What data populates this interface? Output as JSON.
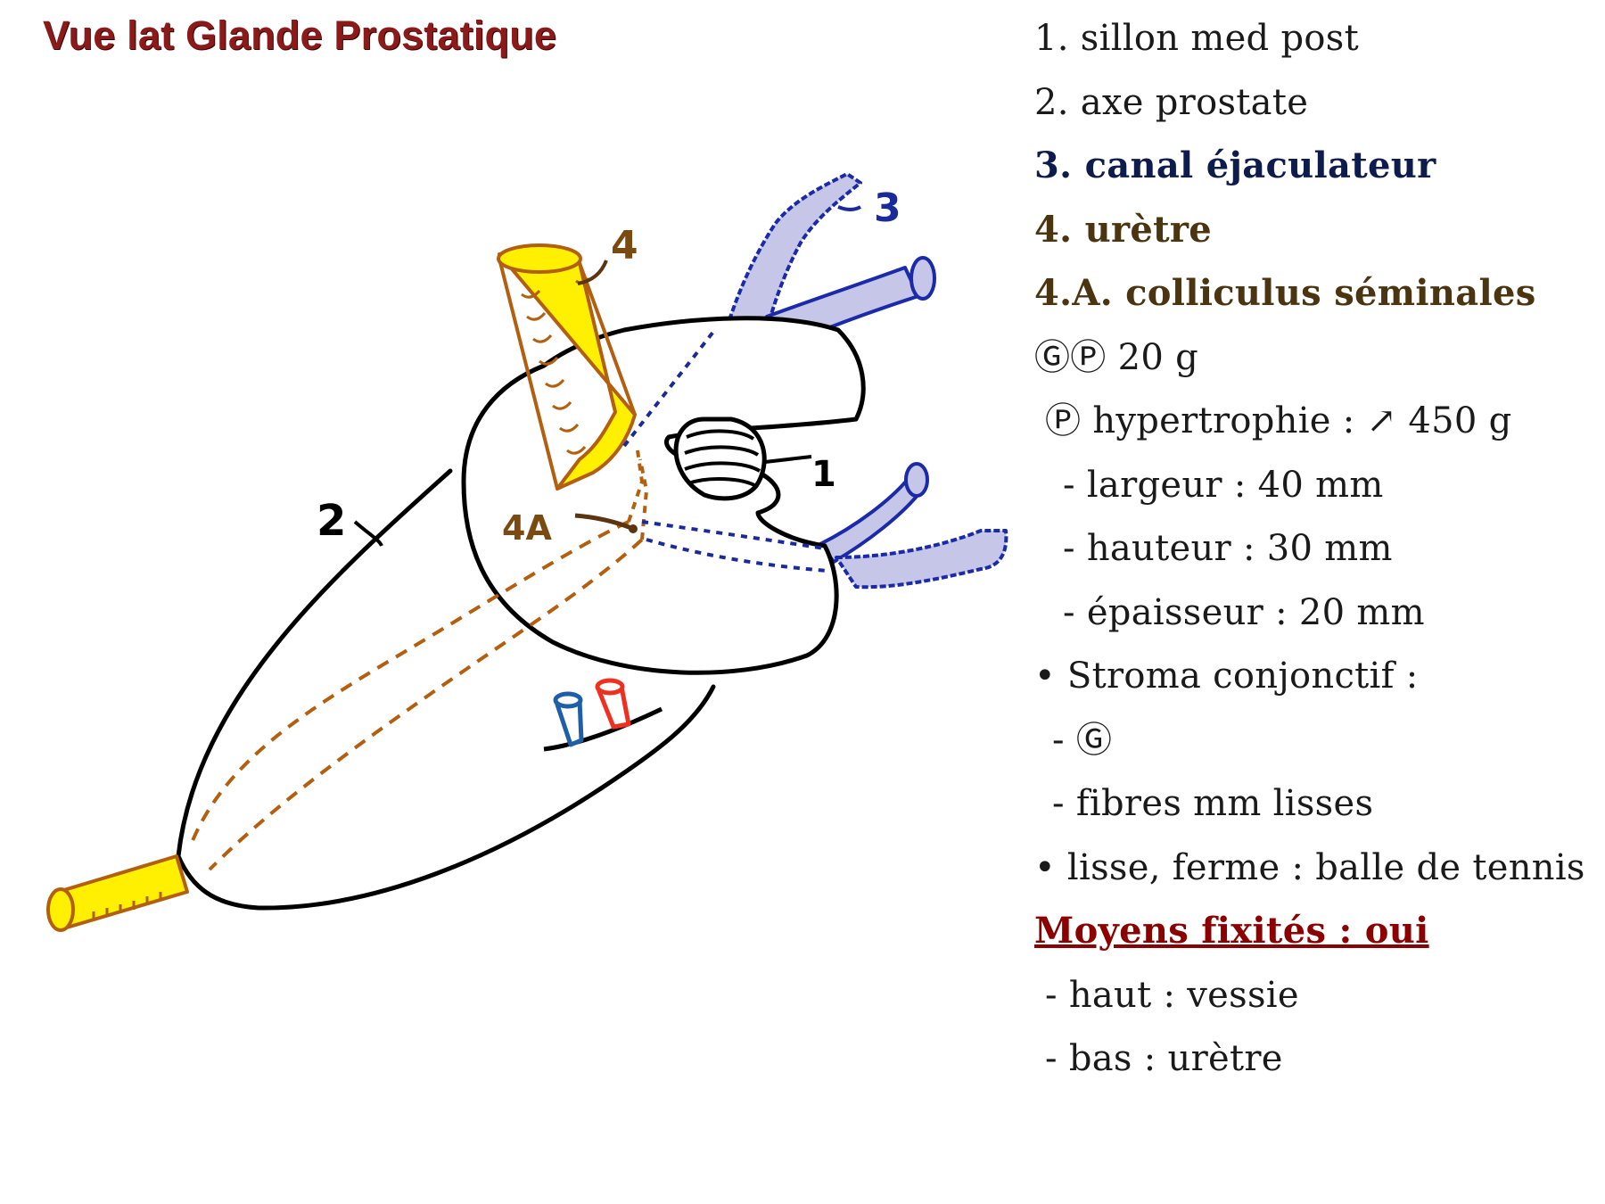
{
  "title": "Vue lat Glande Prostatique",
  "diagram_labels": {
    "l1": "1",
    "l2": "2",
    "l3": "3",
    "l4": "4",
    "l4a": "4A"
  },
  "legend": [
    {
      "text": "1. sillon med post",
      "style": "normal"
    },
    {
      "text": "2. axe prostate",
      "style": "normal"
    },
    {
      "text": "3. canal éjaculateur",
      "style": "bold-blue"
    },
    {
      "text": "4. urètre",
      "style": "bold-brown"
    },
    {
      "text": "4.A.  colliculus séminales",
      "style": "bold-brown"
    },
    {
      "text": "ⒼⓅ 20 g",
      "style": "normal"
    },
    {
      "text": "Ⓟ hypertrophie : ↗ 450 g",
      "style": "normal"
    },
    {
      "text": "- largeur : 40 mm",
      "style": "normal"
    },
    {
      "text": "- hauteur : 30 mm",
      "style": "normal"
    },
    {
      "text": "- épaisseur : 20 mm",
      "style": "normal"
    },
    {
      "text": "• Stroma conjonctif :",
      "style": "normal"
    },
    {
      "text": "- Ⓖ",
      "style": "normal"
    },
    {
      "text": "- fibres mm lisses",
      "style": "normal"
    },
    {
      "text": "• lisse, ferme : balle de tennis",
      "style": "normal"
    },
    {
      "text": "Moyens fixités : oui",
      "style": "bold-red"
    },
    {
      "text": "- haut : vessie",
      "style": "normal"
    },
    {
      "text": "- bas : urètre",
      "style": "normal"
    }
  ],
  "colors": {
    "title": "#8b1a1a",
    "outline": "#000000",
    "urethra_fill": "#ffef00",
    "urethra_stroke": "#b35f10",
    "duct_fill": "#c5c6e8",
    "duct_stroke": "#1a2aa8",
    "dotted_brown": "#b35f10",
    "dotted_blue": "#1a2a9a",
    "vein": "#1f5fa8",
    "artery": "#ee3020"
  }
}
